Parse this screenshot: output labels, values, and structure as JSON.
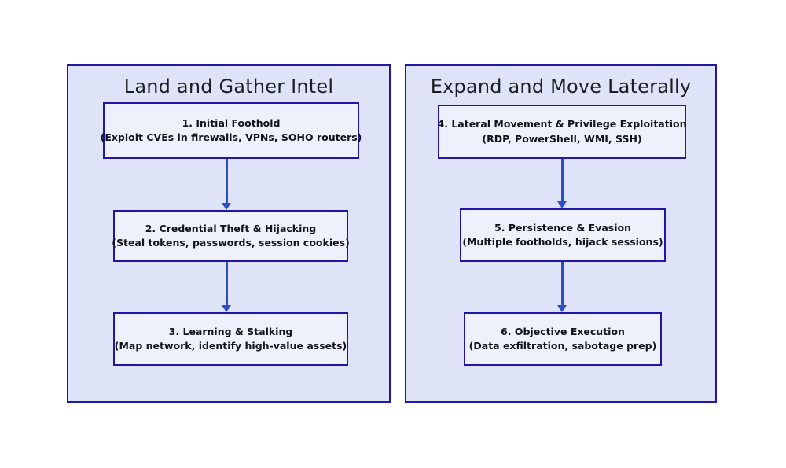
{
  "diagram": {
    "background_color": "#ffffff",
    "panel_fill": "#dfe3f7",
    "panel_border": "#2116a8",
    "box_fill": "#eef1fb",
    "box_border": "#2116a8",
    "arrow_color": "#2b4fc0",
    "text_color": "#11131a"
  },
  "panels": [
    {
      "id": "land-and-gather-intel",
      "title": "Land and Gather Intel",
      "steps": [
        {
          "id": "initial-foothold",
          "title": "1. Initial Foothold",
          "detail": "(Exploit CVEs in firewalls, VPNs, SOHO routers)"
        },
        {
          "id": "credential-theft-and-hijacking",
          "title": "2. Credential Theft & Hijacking",
          "detail": "(Steal tokens, passwords, session cookies)"
        },
        {
          "id": "learning-and-stalking",
          "title": "3. Learning & Stalking",
          "detail": "(Map network, identify high-value assets)"
        }
      ]
    },
    {
      "id": "expand-and-move-laterally",
      "title": "Expand and Move Laterally",
      "steps": [
        {
          "id": "lateral-movement-and-privilege-exploitation",
          "title": "4. Lateral Movement & Privilege Exploitation",
          "detail": "(RDP, PowerShell, WMI, SSH)"
        },
        {
          "id": "persistence-and-evasion",
          "title": "5. Persistence & Evasion",
          "detail": "(Multiple footholds, hijack sessions)"
        },
        {
          "id": "objective-execution",
          "title": "6. Objective Execution",
          "detail": "(Data exfiltration, sabotage prep)"
        }
      ]
    }
  ]
}
